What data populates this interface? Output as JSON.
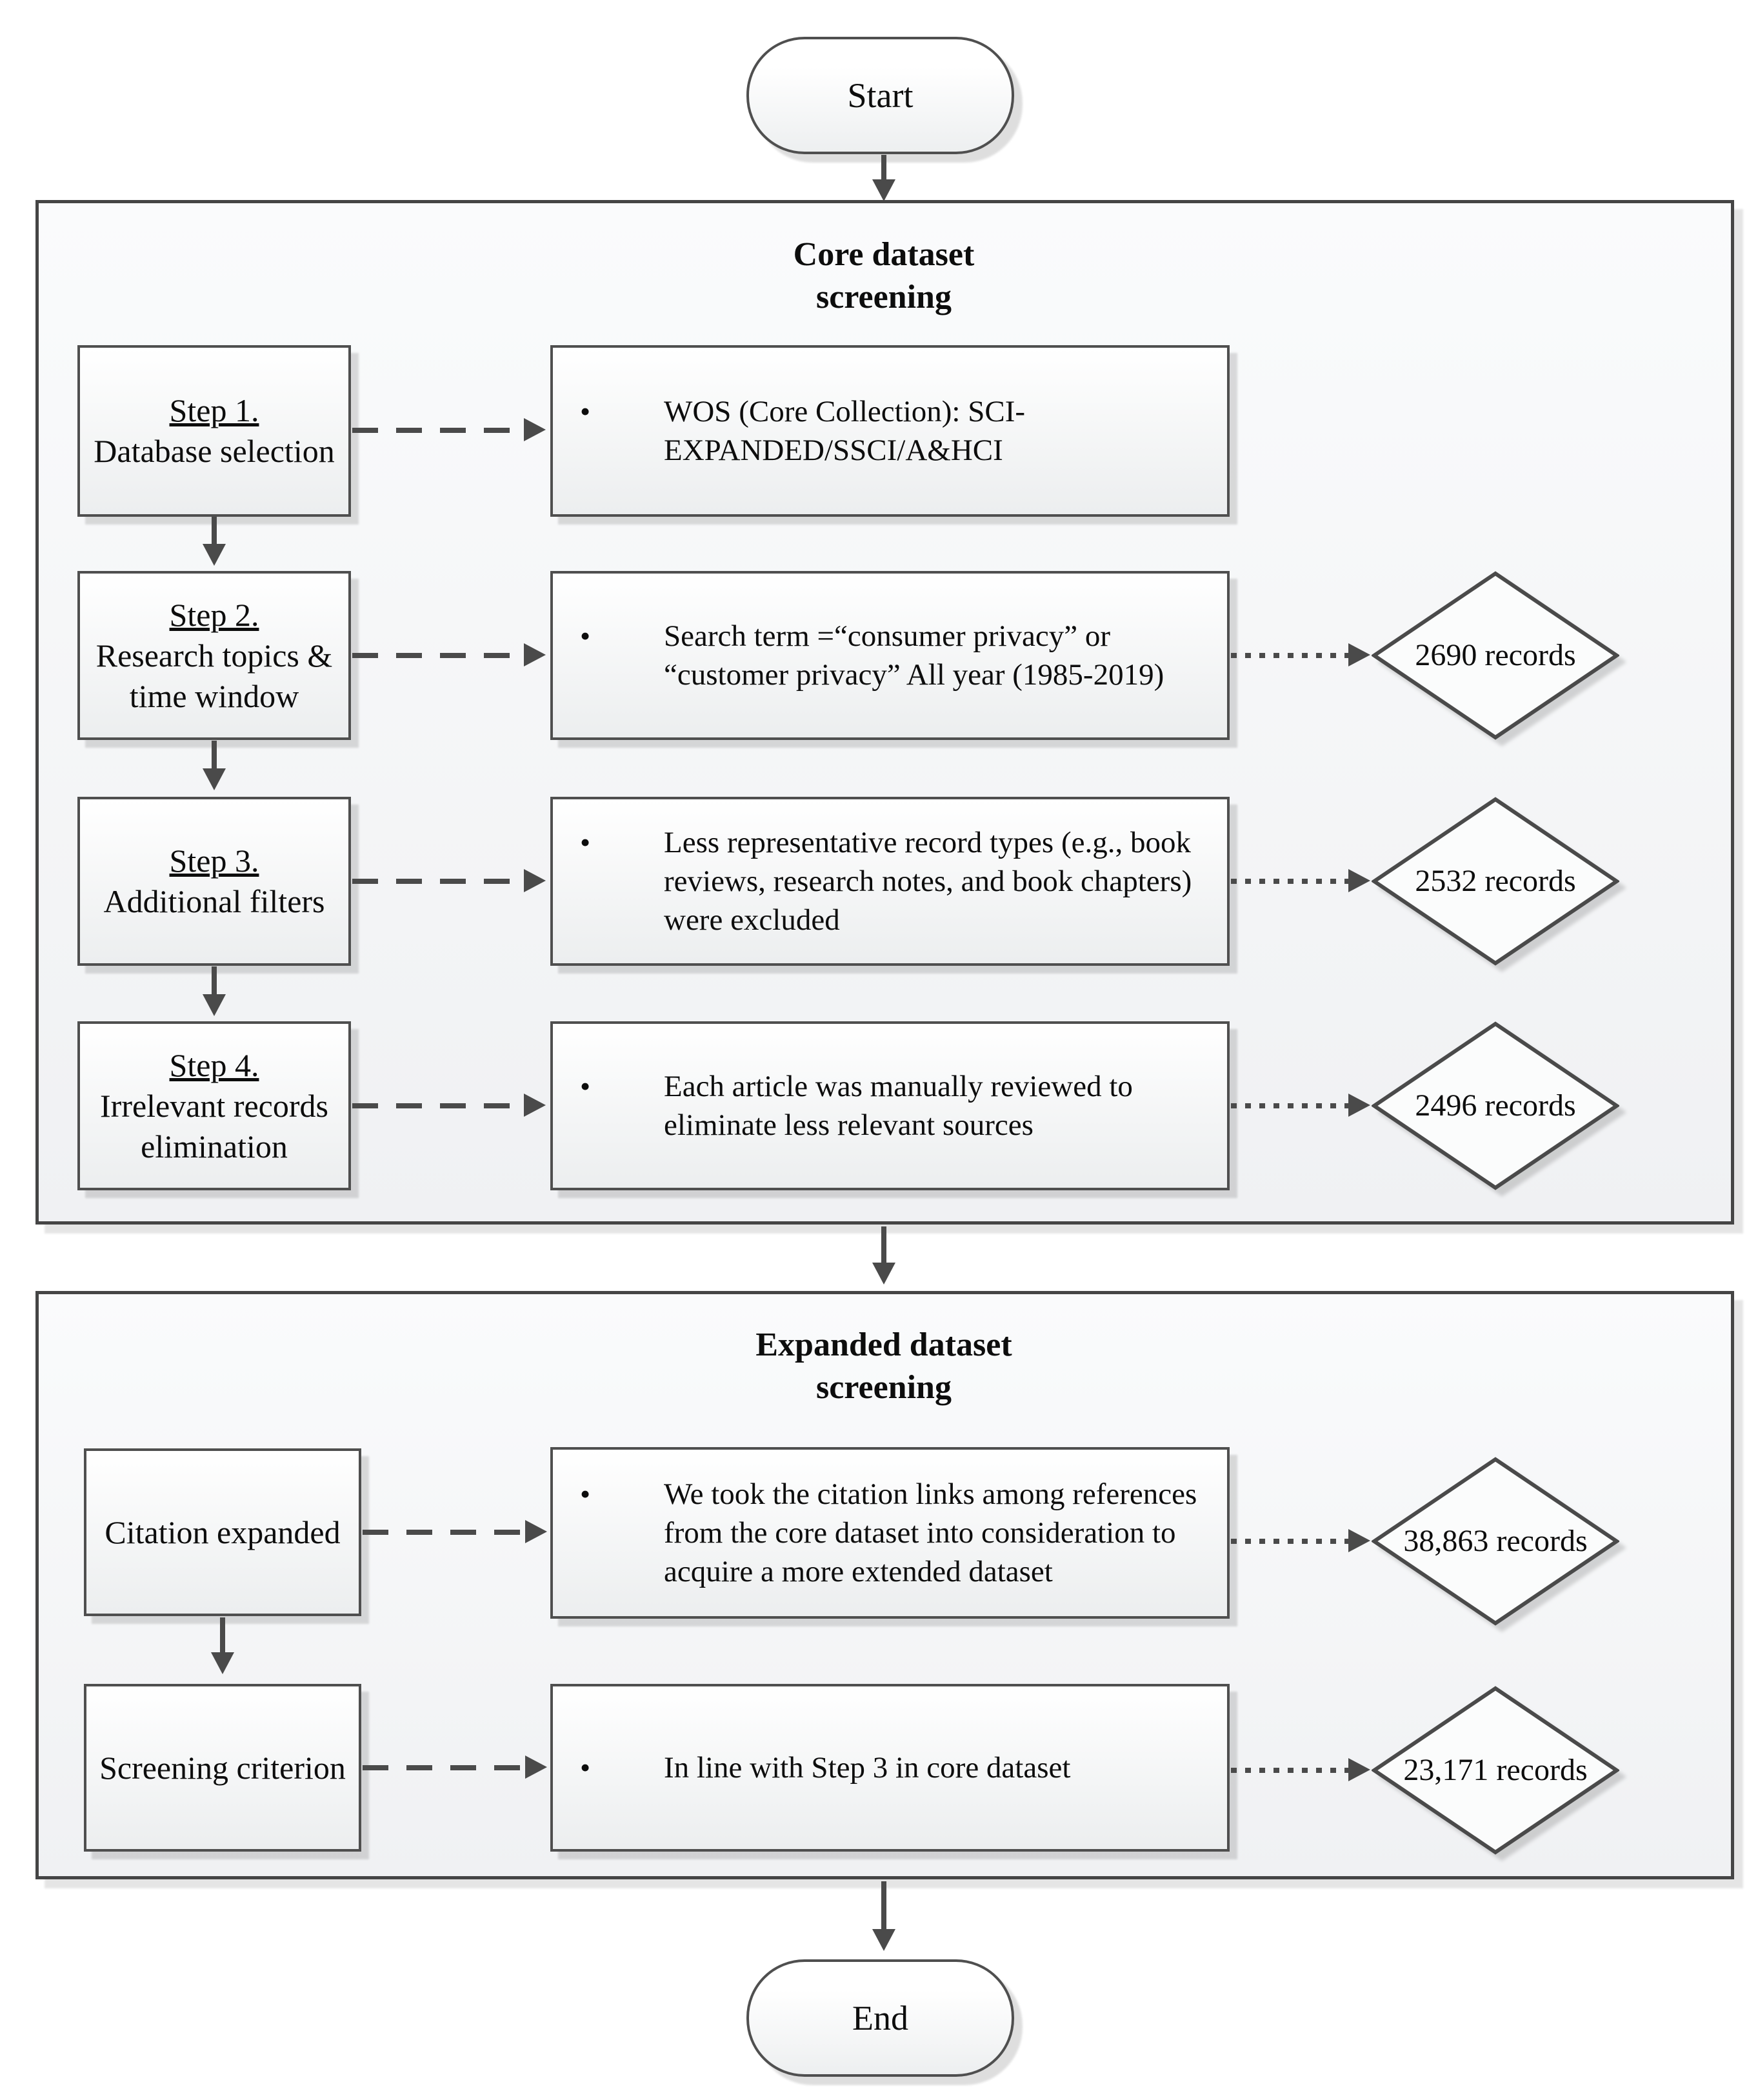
{
  "start_label": "Start",
  "end_label": "End",
  "bullet_glyph": "•",
  "core_section": {
    "title_line1": "Core dataset",
    "title_line2": "screening",
    "steps": [
      {
        "no": "Step 1.",
        "name": "Database selection",
        "detail": "WOS (Core Collection): SCI-EXPANDED/SSCI/A&HCI"
      },
      {
        "no": "Step 2.",
        "name": "Research topics & time window",
        "detail": "Search term =“consumer privacy” or “customer privacy”  All year (1985-2019)",
        "records": "2690 records"
      },
      {
        "no": "Step 3.",
        "name": "Additional filters",
        "detail": "Less representative record types (e.g., book reviews, research notes, and book chapters) were excluded",
        "records": "2532 records"
      },
      {
        "no": "Step 4.",
        "name": "Irrelevant records elimination",
        "detail": "Each article was manually reviewed to eliminate less relevant sources",
        "records": "2496 records"
      }
    ]
  },
  "expanded_section": {
    "title_line1": "Expanded dataset",
    "title_line2": "screening",
    "steps": [
      {
        "name": "Citation expanded",
        "detail": "We took the citation links among references from the core dataset into consideration to acquire a more extended dataset",
        "records": "38,863 records"
      },
      {
        "name": "Screening criterion",
        "detail": "In line with Step 3 in core dataset",
        "records": "23,171 records"
      }
    ]
  }
}
